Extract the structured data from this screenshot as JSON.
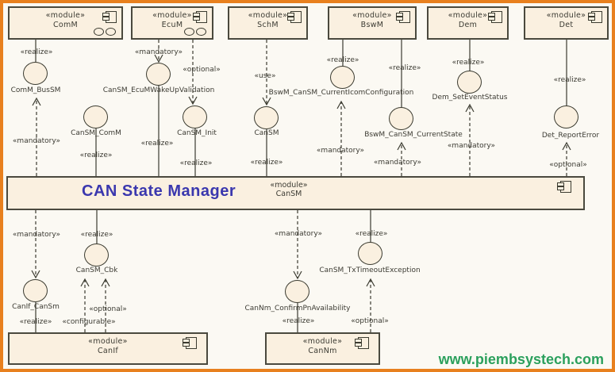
{
  "diagram": {
    "watermark": "www.piembsystech.com",
    "stereotypes": {
      "module": "«module»",
      "realize": "«realize»",
      "mandatory": "«mandatory»",
      "optional": "«optional»",
      "use": "«use»",
      "configurable": "«configurable»"
    },
    "main_module": {
      "stereotype": "«module»",
      "name": "CanSM",
      "title": "CAN State Manager"
    },
    "modules": {
      "comm": {
        "stereotype": "«module»",
        "name": "ComM"
      },
      "ecum": {
        "stereotype": "«module»",
        "name": "EcuM"
      },
      "schm": {
        "stereotype": "«module»",
        "name": "SchM"
      },
      "bswm": {
        "stereotype": "«module»",
        "name": "BswM"
      },
      "dem": {
        "stereotype": "«module»",
        "name": "Dem"
      },
      "det": {
        "stereotype": "«module»",
        "name": "Det"
      },
      "canif": {
        "stereotype": "«module»",
        "name": "CanIf"
      },
      "cannm": {
        "stereotype": "«module»",
        "name": "CanNm"
      }
    },
    "interfaces": {
      "comm_bussm": "ComM_BusSM",
      "cansm_comm": "CanSM_ComM",
      "cansm_ecum_wakeup_validation": "CanSM_EcuMWakeUpValidation",
      "cansm_init": "CanSM_Init",
      "cansm_service": "CanSM",
      "bswm_current_icom_configuration": "BswM_CanSM_CurrentIcomConfiguration",
      "bswm_current_state": "BswM_CanSM_CurrentState",
      "dem_set_event_status": "Dem_SetEventStatus",
      "det_report_error": "Det_ReportError",
      "cansm_cbk": "CanSM_Cbk",
      "canif_cansm": "CanIf_CanSm",
      "cannm_confirm_pn_availability": "CanNm_ConfirmPnAvailability",
      "cansm_tx_timeout_exception": "CanSM_TxTimeoutException"
    },
    "colors": {
      "frame_orange": "#E8801E",
      "box_fill": "#FAF0E0",
      "title_blue": "#3A37AE",
      "watermark_green": "#2BA05C",
      "line_dark": "#3B3B30"
    }
  }
}
